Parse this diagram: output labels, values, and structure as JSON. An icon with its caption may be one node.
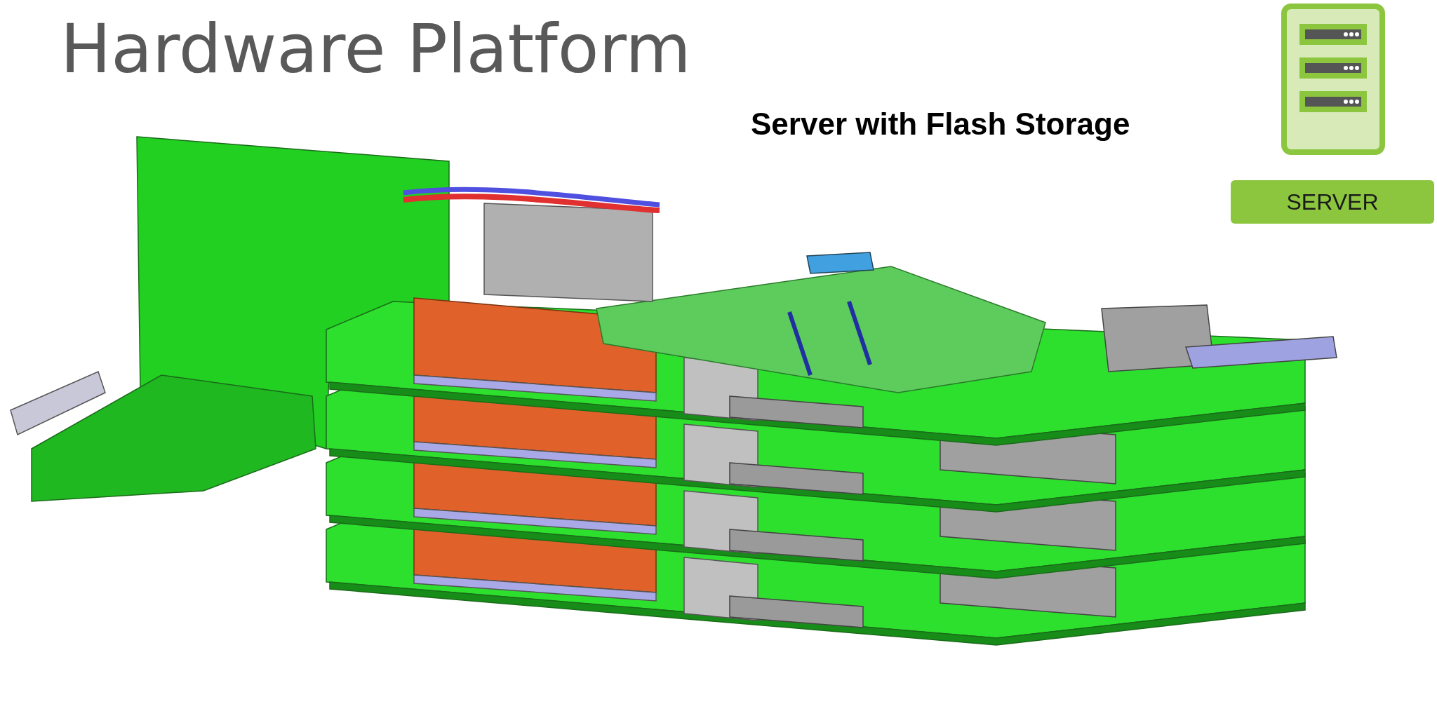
{
  "diagram": {
    "title": "Hardware Platform",
    "nodes": [
      {
        "text": [
          "SERVER"
        ]
      }
    ],
    "labels": [
      "Server with Flash Storage"
    ]
  }
}
